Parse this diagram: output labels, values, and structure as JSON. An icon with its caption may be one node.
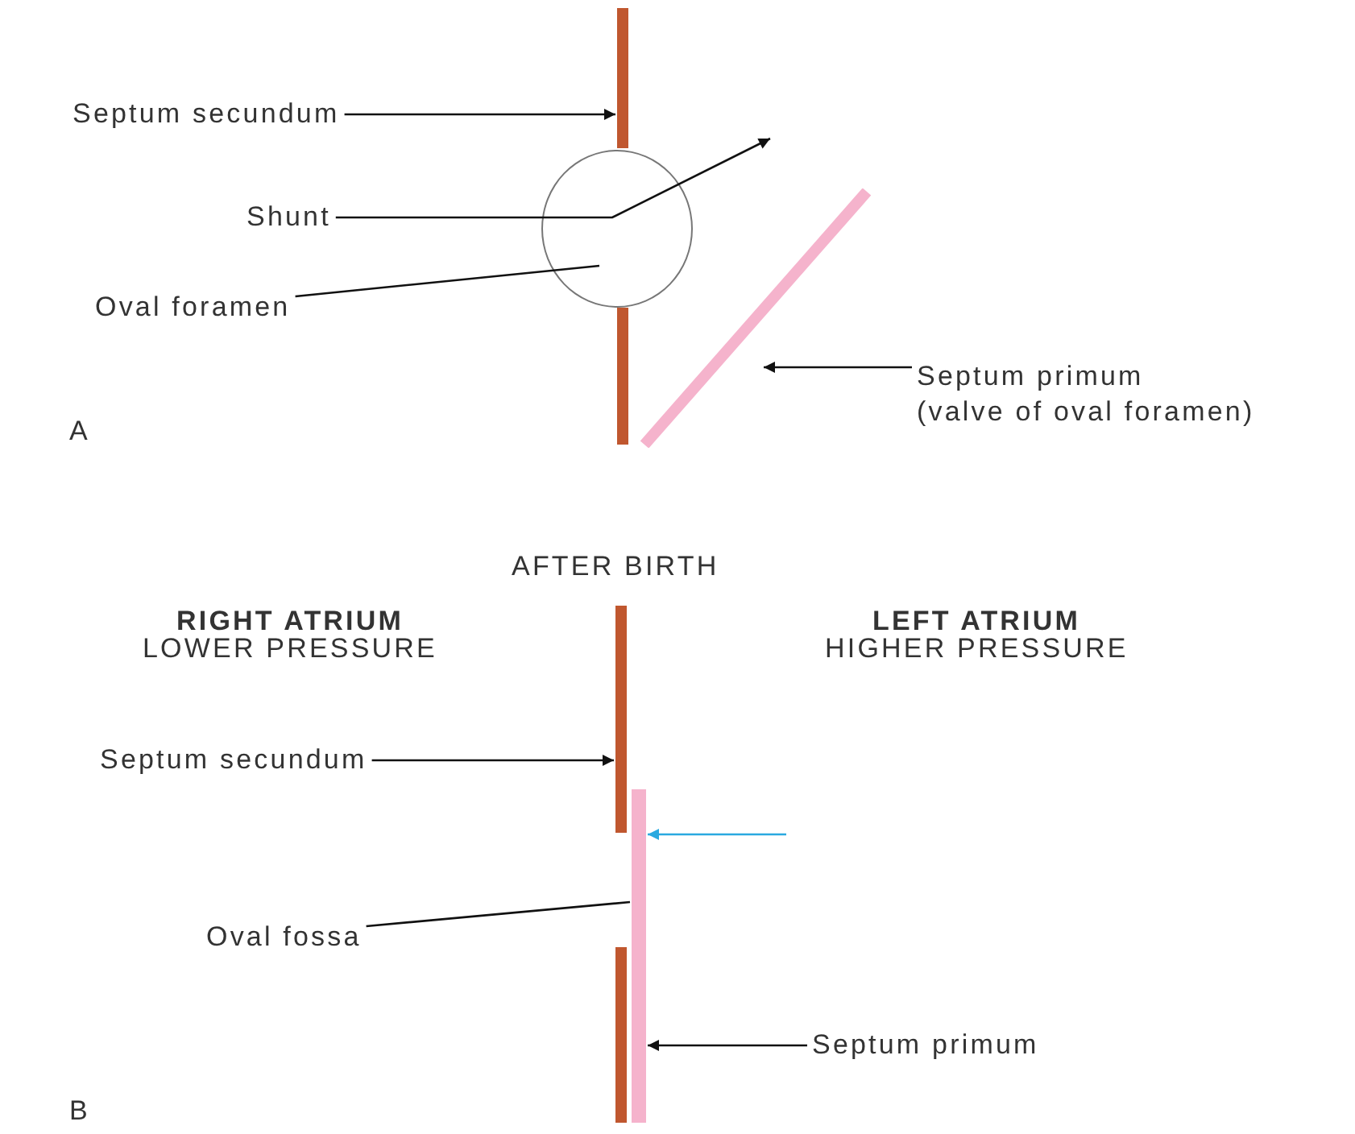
{
  "diagram": {
    "nodes": [
      {
        "text": [
          "Septum secundum"
        ]
      },
      {
        "text": [],
        "shape": "bar"
      },
      {
        "text": [
          "Shunt"
        ]
      },
      {
        "text": [],
        "shape": "circle"
      },
      {
        "text": [
          "Oval foramen"
        ]
      },
      {
        "text": [],
        "shape": "bar"
      },
      {
        "text": [
          "Septum primum",
          "(valve of oval foramen)"
        ]
      },
      {
        "text": [
          "Septum secundum"
        ]
      },
      {
        "text": [],
        "shape": "bar"
      },
      {
        "text": [],
        "shape": "bar"
      },
      {
        "text": [
          "Oval fossa"
        ]
      },
      {
        "text": [
          "Septum primum"
        ]
      }
    ],
    "edges": [
      {
        "from": 0,
        "to": 1,
        "arrow": "to"
      },
      {
        "from": 2,
        "to": null,
        "arrow": "to"
      },
      {
        "from": 4,
        "to": 3,
        "arrow": "none"
      },
      {
        "from": 6,
        "to": 5,
        "arrow": "to"
      },
      {
        "from": 7,
        "to": 8,
        "arrow": "to"
      },
      {
        "from": null,
        "to": 9,
        "arrow": "to",
        "color": "#29a9e0"
      },
      {
        "from": 10,
        "to": 9,
        "arrow": "none"
      },
      {
        "from": 11,
        "to": 9,
        "arrow": "to"
      }
    ],
    "labels": [
      "A",
      "AFTER BIRTH",
      "RIGHT ATRIUM",
      "LEFT ATRIUM",
      "LOWER PRESSURE",
      "HIGHER PRESSURE",
      "B"
    ]
  }
}
